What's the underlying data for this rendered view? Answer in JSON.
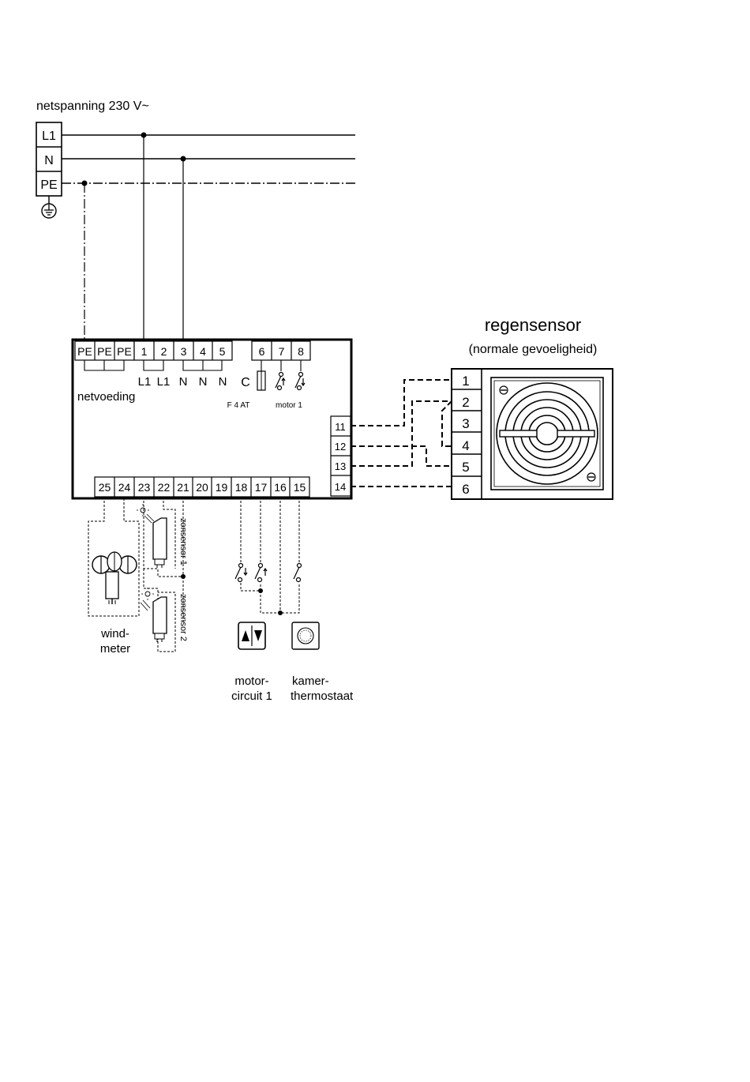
{
  "mains": {
    "title": "netspanning 230 V~",
    "terminals": [
      "L1",
      "N",
      "PE"
    ]
  },
  "controller": {
    "top_terminals": [
      "PE",
      "PE",
      "PE",
      "1",
      "2",
      "3",
      "4",
      "5",
      "6",
      "7",
      "8"
    ],
    "top_labels": [
      "L1",
      "L1",
      "N",
      "N",
      "N",
      "C"
    ],
    "power_label": "netvoeding",
    "fuse_label": "F 4 AT",
    "motor_label": "motor 1",
    "right_terminals": [
      "11",
      "12",
      "13",
      "14"
    ],
    "bottom_terminals": [
      "25",
      "24",
      "23",
      "22",
      "21",
      "20",
      "19",
      "18",
      "17",
      "16",
      "15"
    ]
  },
  "rain_sensor": {
    "title": "regensensor",
    "subtitle": "(normale gevoeligheid)",
    "terminals": [
      "1",
      "2",
      "3",
      "4",
      "5",
      "6"
    ]
  },
  "peripherals": {
    "sun_sensor_1": "zonsensor 1",
    "sun_sensor_2": "zonsensor 2",
    "wind_meter": [
      "wind-",
      "meter"
    ],
    "motor_circuit": [
      "motor-",
      "circuit 1"
    ],
    "thermostat": [
      "kamer-",
      "thermostaat"
    ]
  }
}
